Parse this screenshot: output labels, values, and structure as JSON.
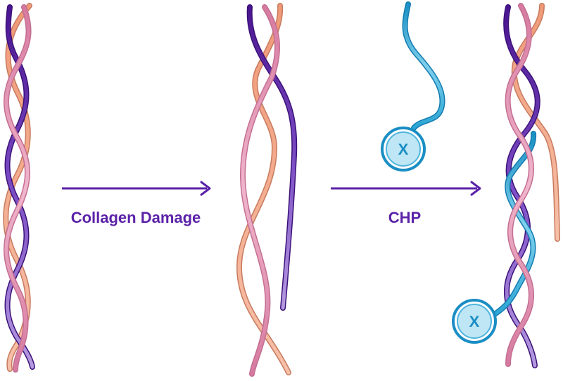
{
  "labels": {
    "damage": "Collagen Damage",
    "chp": "CHP",
    "marker": "X"
  },
  "colors": {
    "purple_dark": "#5a1fa0",
    "purple_light": "#a17fd4",
    "pink": "#e694b2",
    "pink_light": "#f4c7d7",
    "peach": "#f3a98a",
    "peach_light": "#fbd3c0",
    "blue": "#2aa5d3",
    "blue_light": "#9fd9ee",
    "arrow": "#5b22a8"
  },
  "icons": {
    "arrow_1": "right-arrow-icon",
    "arrow_2": "right-arrow-icon",
    "marker": "x-circle-icon"
  }
}
